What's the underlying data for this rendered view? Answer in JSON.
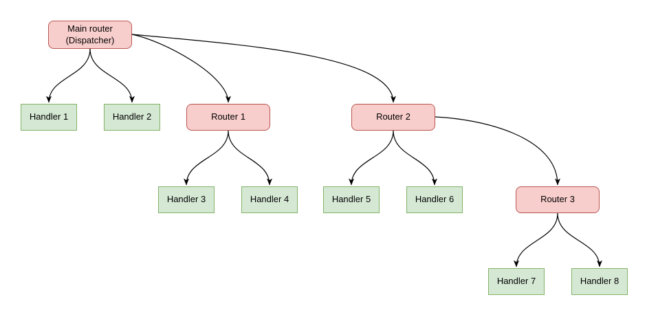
{
  "diagram": {
    "type": "tree-flowchart",
    "nodes": {
      "main_router": {
        "label": "Main router\n(Dispatcher)",
        "type": "router"
      },
      "handler_1": {
        "label": "Handler 1",
        "type": "handler"
      },
      "handler_2": {
        "label": "Handler 2",
        "type": "handler"
      },
      "router_1": {
        "label": "Router 1",
        "type": "router"
      },
      "router_2": {
        "label": "Router 2",
        "type": "router"
      },
      "handler_3": {
        "label": "Handler 3",
        "type": "handler"
      },
      "handler_4": {
        "label": "Handler 4",
        "type": "handler"
      },
      "handler_5": {
        "label": "Handler 5",
        "type": "handler"
      },
      "handler_6": {
        "label": "Handler 6",
        "type": "handler"
      },
      "router_3": {
        "label": "Router 3",
        "type": "router"
      },
      "handler_7": {
        "label": "Handler 7",
        "type": "handler"
      },
      "handler_8": {
        "label": "Handler 8",
        "type": "handler"
      }
    },
    "edges": [
      {
        "from": "main_router",
        "to": "handler_1"
      },
      {
        "from": "main_router",
        "to": "handler_2"
      },
      {
        "from": "main_router",
        "to": "router_1"
      },
      {
        "from": "main_router",
        "to": "router_2"
      },
      {
        "from": "router_1",
        "to": "handler_3"
      },
      {
        "from": "router_1",
        "to": "handler_4"
      },
      {
        "from": "router_2",
        "to": "handler_5"
      },
      {
        "from": "router_2",
        "to": "handler_6"
      },
      {
        "from": "router_2",
        "to": "router_3"
      },
      {
        "from": "router_3",
        "to": "handler_7"
      },
      {
        "from": "router_3",
        "to": "handler_8"
      }
    ],
    "colors": {
      "router_fill": "#f8cecc",
      "router_border": "#b85450",
      "handler_fill": "#d5e8d4",
      "handler_border": "#82b366",
      "edge": "#000000",
      "text": "#000000",
      "background": "#ffffff"
    }
  }
}
